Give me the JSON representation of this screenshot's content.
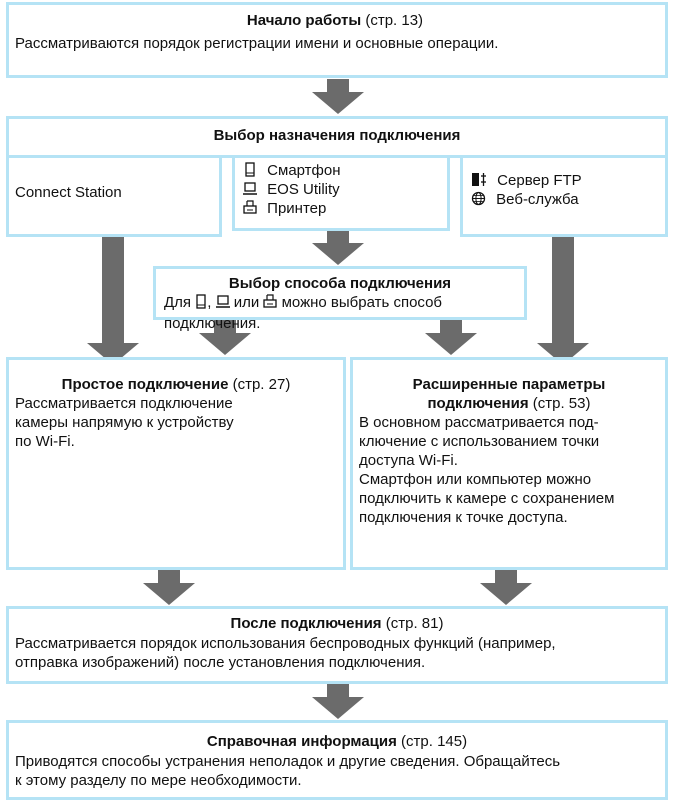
{
  "getting_started": {
    "title": "Начало работы",
    "page": "(стр. 13)",
    "desc": "Рассматриваются порядок регистрации имени и основные операции."
  },
  "destination": {
    "title": "Выбор назначения подключения",
    "connect_station": "Connect Station",
    "items_middle": [
      {
        "icon": "smartphone-icon",
        "label": "Смартфон"
      },
      {
        "icon": "computer-icon",
        "label": "EOS Utility"
      },
      {
        "icon": "printer-icon",
        "label": "Принтер"
      }
    ],
    "items_right": [
      {
        "icon": "ftp-server-icon",
        "label": "Сервер FTP"
      },
      {
        "icon": "globe-icon",
        "label": "Веб-служба"
      }
    ]
  },
  "method": {
    "title": "Выбор способа подключения",
    "text_prefix": "Для",
    "text_or": "или",
    "text_suffix": "можно выбрать способ",
    "text_line2": "подключения."
  },
  "easy": {
    "title": "Простое подключение",
    "page": "(стр. 27)",
    "lines": [
      "Рассматривается подключение",
      "камеры напрямую к устройству",
      "по Wi-Fi."
    ]
  },
  "advanced": {
    "title_line1": "Расширенные параметры",
    "title_line2": "подключения",
    "page": "(стр. 53)",
    "lines": [
      "В основном рассматривается под-",
      "ключение с использованием точки",
      "доступа Wi-Fi.",
      "Смартфон или компьютер можно",
      "подключить к камере с сохранением",
      "подключения к точке доступа."
    ]
  },
  "after": {
    "title": "После подключения",
    "page": "(стр. 81)",
    "lines": [
      "Рассматривается порядок использования беспроводных функций (например,",
      "отправка изображений) после установления подключения."
    ]
  },
  "reference": {
    "title": "Справочная информация",
    "page": "(стр. 145)",
    "lines": [
      "Приводятся способы устранения неполадок и другие сведения. Обращайтесь",
      "к этому разделу по мере необходимости."
    ]
  },
  "colors": {
    "box_border": "#b5e3f5",
    "arrow": "#6b6b6b"
  }
}
